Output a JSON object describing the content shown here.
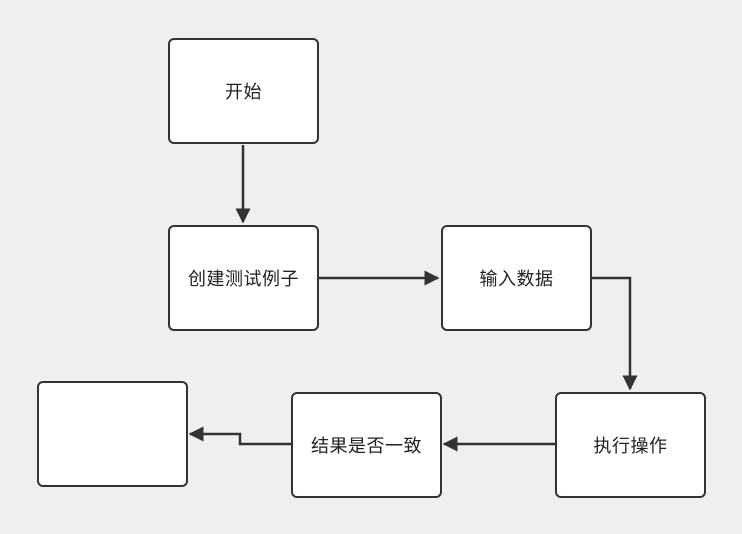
{
  "diagram": {
    "nodes": {
      "start": "开始",
      "create": "创建测试例子",
      "input": "输入数据",
      "execute": "执行操作",
      "check": "结果是否一致",
      "end": ""
    },
    "colors": {
      "background": "#efefef",
      "node_fill": "#ffffff",
      "stroke": "#333333",
      "text": "#222222"
    }
  }
}
